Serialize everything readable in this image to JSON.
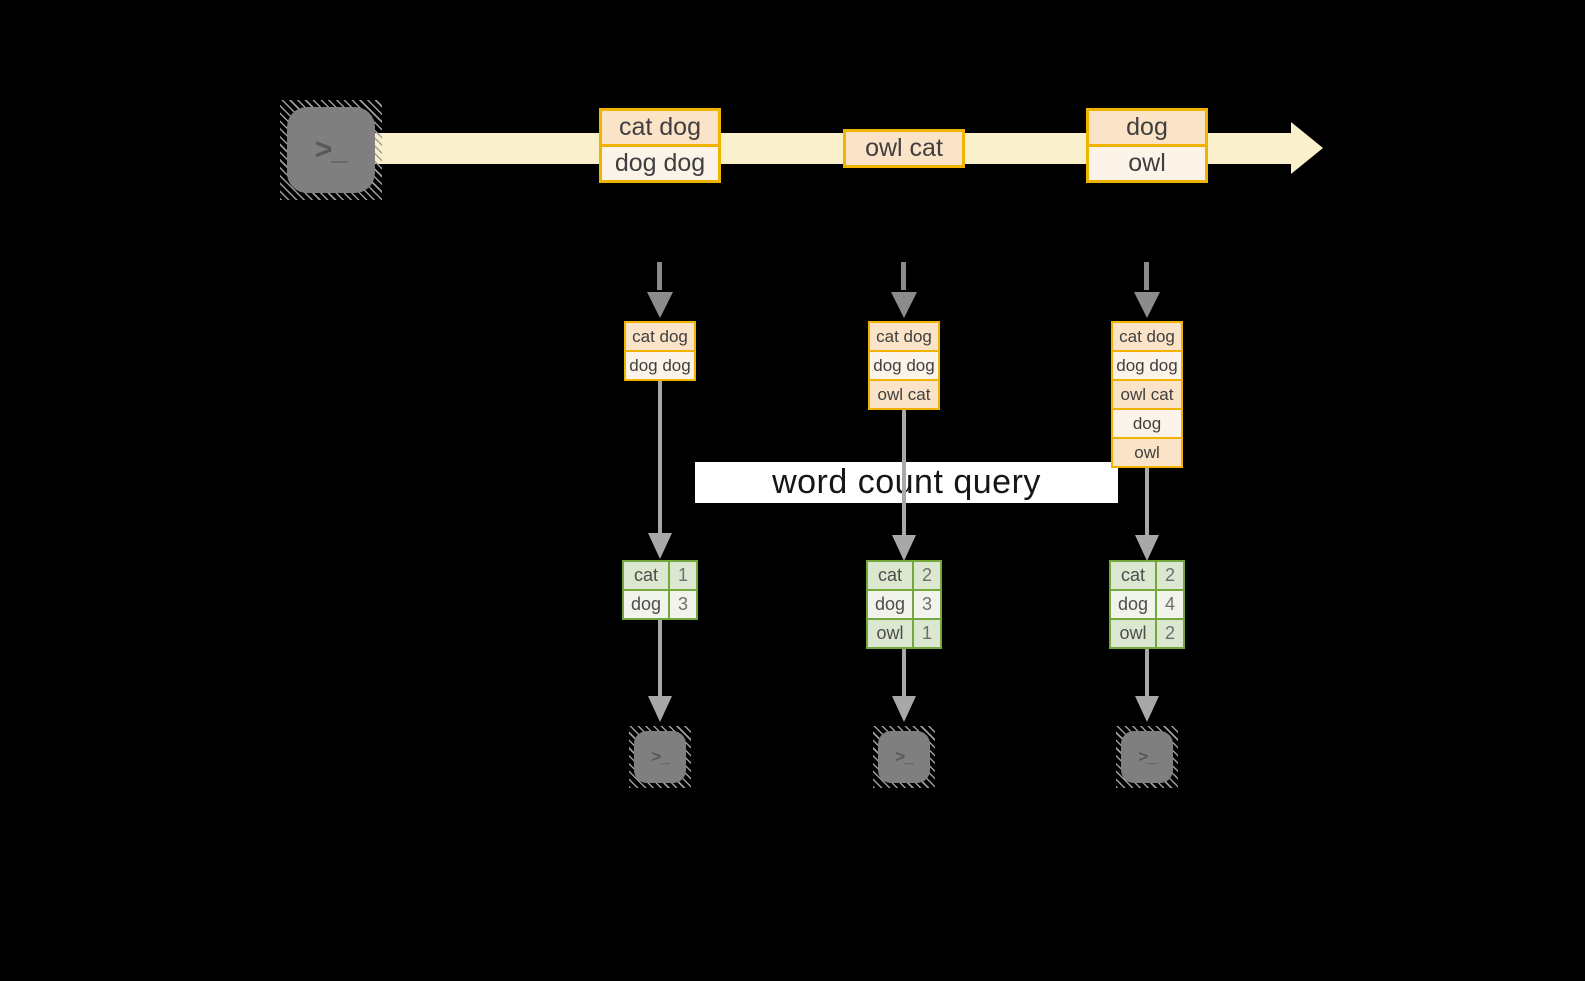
{
  "query": {
    "label": "word count query"
  },
  "icons": {
    "terminal_glyph": ">_"
  },
  "stream": {
    "records": [
      {
        "lines": [
          "cat dog",
          "dog dog"
        ]
      },
      {
        "lines": [
          "owl cat"
        ]
      },
      {
        "lines": [
          "dog",
          "owl"
        ]
      }
    ]
  },
  "columns": [
    {
      "buffered_records": [
        "cat dog",
        "dog dog"
      ],
      "counts": [
        {
          "word": "cat",
          "count": "1"
        },
        {
          "word": "dog",
          "count": "3"
        }
      ]
    },
    {
      "buffered_records": [
        "cat dog",
        "dog dog",
        "owl cat"
      ],
      "counts": [
        {
          "word": "cat",
          "count": "2"
        },
        {
          "word": "dog",
          "count": "3"
        },
        {
          "word": "owl",
          "count": "1"
        }
      ]
    },
    {
      "buffered_records": [
        "cat dog",
        "dog dog",
        "owl cat",
        "dog",
        "owl"
      ],
      "counts": [
        {
          "word": "cat",
          "count": "2"
        },
        {
          "word": "dog",
          "count": "4"
        },
        {
          "word": "owl",
          "count": "2"
        }
      ]
    }
  ],
  "colors": {
    "record_fill_dark": "#FAE3C6",
    "record_fill_light": "#FDF4E9",
    "record_border": "#F0B400",
    "stream_band": "#FAF0CB",
    "table_border": "#74A83D",
    "table_fill_dark": "#DCE7D0",
    "table_fill_light": "#F0F4EB",
    "arrow_gray": "#8C8C8C",
    "arrow_gray_light": "#A8A8A8",
    "background": "#000000"
  }
}
